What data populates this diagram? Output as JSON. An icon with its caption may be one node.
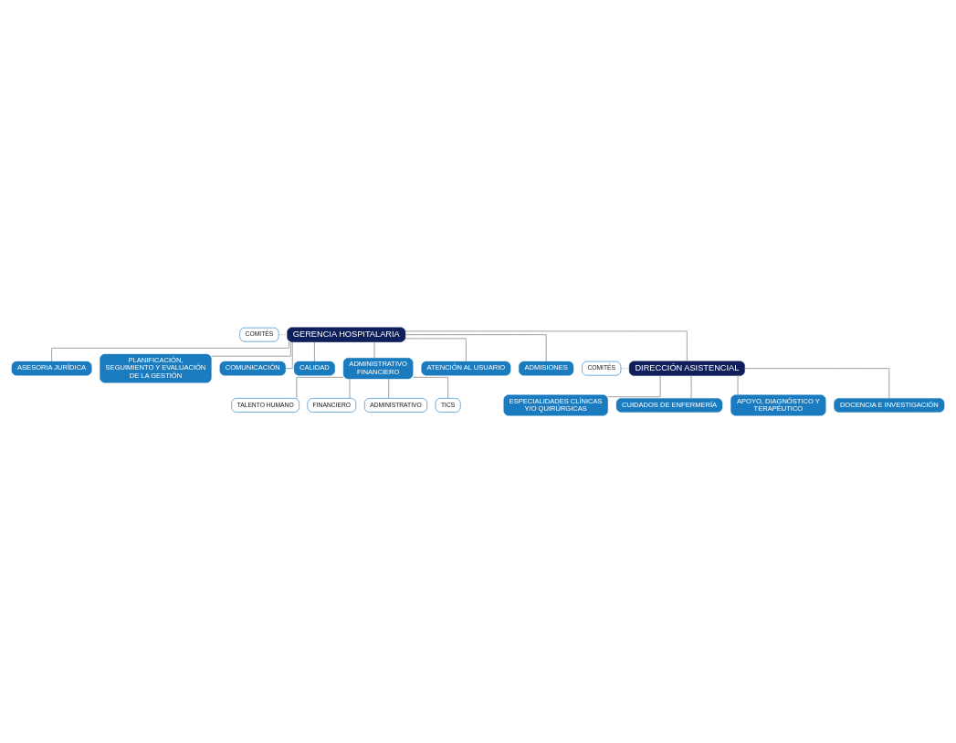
{
  "diagram": {
    "nodes": [
      {
        "text": [
          "GERENCIA HOSPITALARIA"
        ]
      },
      {
        "text": [
          "COMITÉS"
        ]
      },
      {
        "text": [
          "ASESORIA JURÍDICA"
        ]
      },
      {
        "text": [
          "PLANIFICACIÓN, SEGUIMIENTO Y EVALUACIÓN DE LA GESTIÓN"
        ]
      },
      {
        "text": [
          "COMUNICACIÓN"
        ]
      },
      {
        "text": [
          "CALIDAD"
        ]
      },
      {
        "text": [
          "ADMINISTRATIVO FINANCIERO"
        ]
      },
      {
        "text": [
          "ATENCIÓN AL USUARIO"
        ]
      },
      {
        "text": [
          "ADMISIONES"
        ]
      },
      {
        "text": [
          "TALENTO HUMANO"
        ]
      },
      {
        "text": [
          "FINANCIERO"
        ]
      },
      {
        "text": [
          "ADMINISTRATIVO"
        ]
      },
      {
        "text": [
          "TICS"
        ]
      },
      {
        "text": [
          "COMITÉS"
        ]
      },
      {
        "text": [
          "DIRECCIÓN ASISTENCIAL"
        ]
      },
      {
        "text": [
          "ESPECIALIDADES CLÍNICAS Y/O QUIRÚRGICAS"
        ]
      },
      {
        "text": [
          "CUIDADOS DE ENFERMERÍA"
        ]
      },
      {
        "text": [
          "APOYO, DIAGNÓSTICO Y TERAPÉUTICO"
        ]
      },
      {
        "text": [
          "DOCENCIA E INVESTIGACIÓN"
        ]
      }
    ],
    "edges": [
      {
        "from": 1,
        "to": 0,
        "arrow": "none",
        "style": "dashed"
      },
      {
        "from": 0,
        "to": 2,
        "arrow": "none"
      },
      {
        "from": 0,
        "to": 3,
        "arrow": "none"
      },
      {
        "from": 0,
        "to": 4,
        "arrow": "none"
      },
      {
        "from": 0,
        "to": 5,
        "arrow": "none"
      },
      {
        "from": 0,
        "to": 6,
        "arrow": "none"
      },
      {
        "from": 0,
        "to": 7,
        "arrow": "none"
      },
      {
        "from": 0,
        "to": 8,
        "arrow": "none"
      },
      {
        "from": 0,
        "to": 14,
        "arrow": "none"
      },
      {
        "from": 6,
        "to": 9,
        "arrow": "none"
      },
      {
        "from": 6,
        "to": 10,
        "arrow": "none"
      },
      {
        "from": 6,
        "to": 11,
        "arrow": "none"
      },
      {
        "from": 6,
        "to": 12,
        "arrow": "none"
      },
      {
        "from": 13,
        "to": 14,
        "arrow": "none",
        "style": "dashed"
      },
      {
        "from": 14,
        "to": 15,
        "arrow": "none"
      },
      {
        "from": 14,
        "to": 16,
        "arrow": "none"
      },
      {
        "from": 14,
        "to": 17,
        "arrow": "none"
      },
      {
        "from": 14,
        "to": 18,
        "arrow": "none"
      }
    ]
  }
}
